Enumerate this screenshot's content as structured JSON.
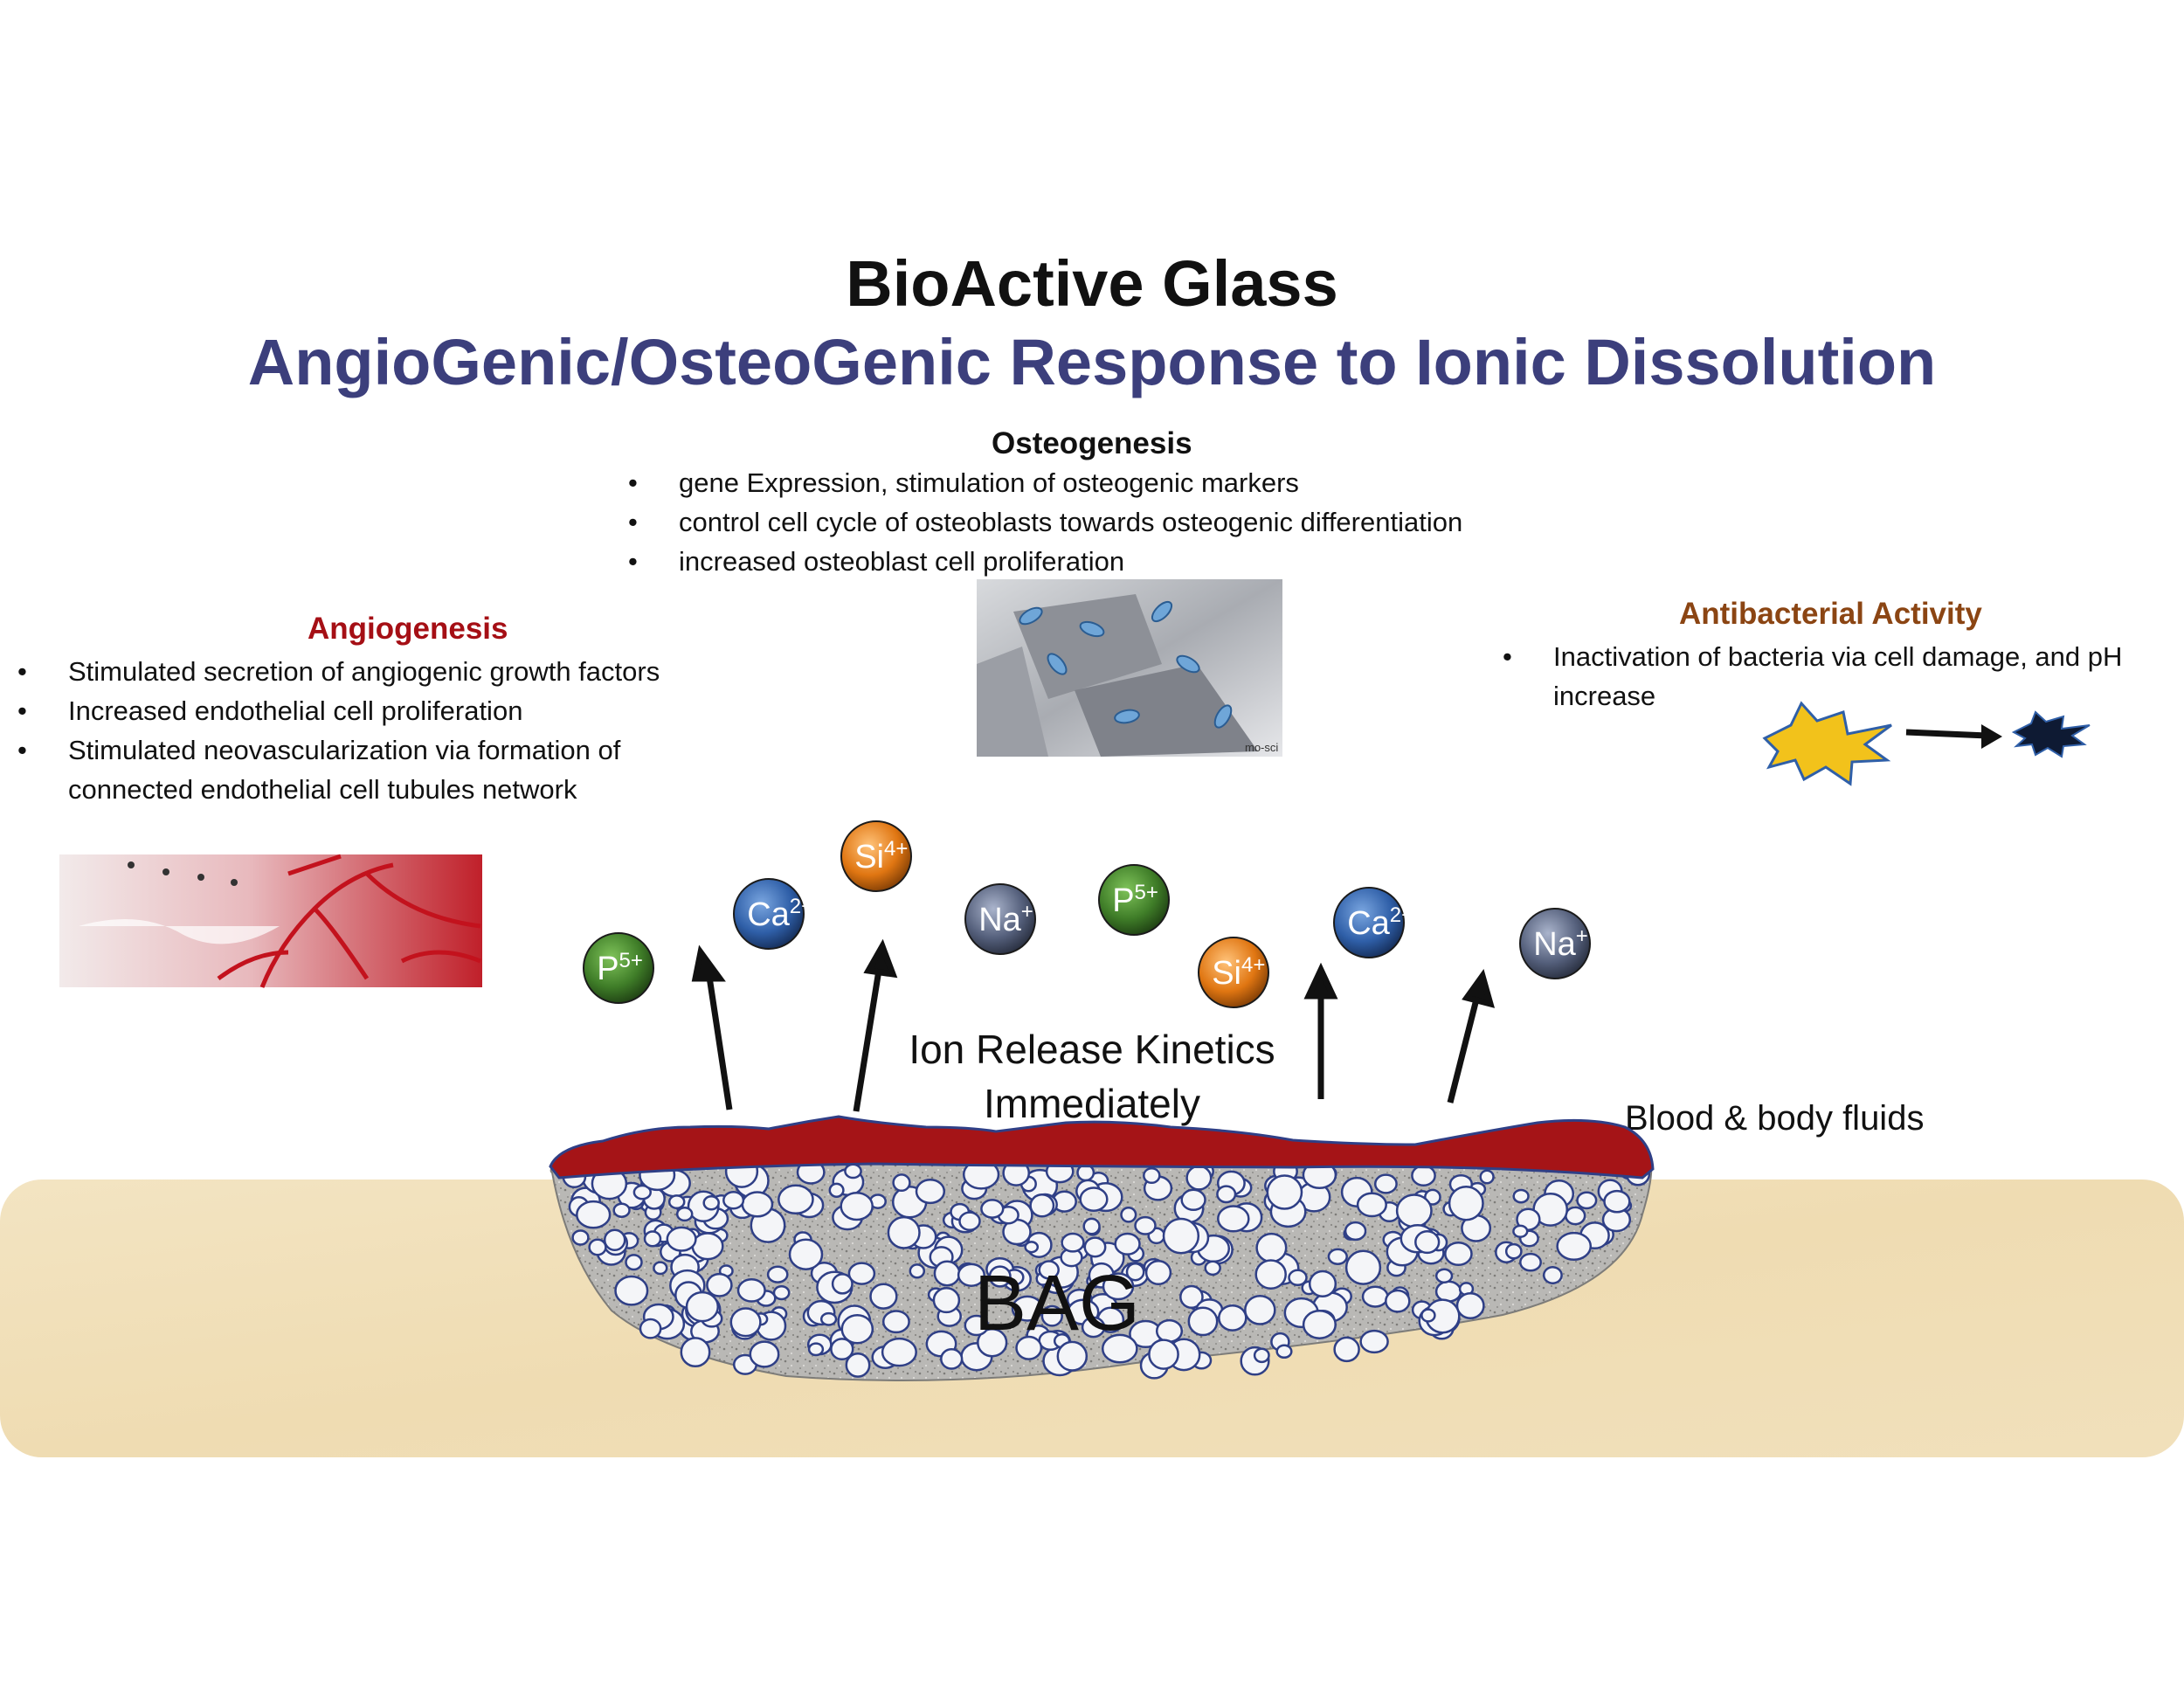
{
  "title": {
    "line1": "BioActive Glass",
    "line2": "AngioGenic/OsteoGenic Response to Ionic Dissolution"
  },
  "osteogenesis": {
    "heading": "Osteogenesis",
    "items": [
      "gene Expression, stimulation of osteogenic markers",
      "control cell cycle of osteoblasts towards osteogenic differentiation",
      "increased osteoblast cell proliferation"
    ],
    "image_caption": "mo-sci"
  },
  "angiogenesis": {
    "heading": "Angiogenesis",
    "items": [
      "Stimulated secretion of angiogenic growth factors",
      "Increased endothelial cell proliferation",
      "Stimulated neovascularization via formation of connected endothelial cell tubules network"
    ]
  },
  "antibacterial": {
    "heading": "Antibacterial Activity",
    "items": [
      "Inactivation of bacteria via cell damage, and pH increase"
    ]
  },
  "ions": [
    {
      "base": "P",
      "charge": "5+",
      "color": "green"
    },
    {
      "base": "Ca",
      "charge": "2+",
      "color": "blue"
    },
    {
      "base": "Si",
      "charge": "4+",
      "color": "orange"
    },
    {
      "base": "Na",
      "charge": "+",
      "color": "slate"
    },
    {
      "base": "P",
      "charge": "5+",
      "color": "green"
    },
    {
      "base": "Si",
      "charge": "4+",
      "color": "orange"
    },
    {
      "base": "Ca",
      "charge": "2+",
      "color": "blue"
    },
    {
      "base": "Na",
      "charge": "+",
      "color": "slate"
    }
  ],
  "labels": {
    "ion_release_line1": "Ion Release Kinetics",
    "ion_release_line2": "Immediately",
    "blood": "Blood & body fluids",
    "bag": "BAG"
  },
  "colors": {
    "title_accent": "#3c3f7c",
    "angiogenesis": "#a50f15",
    "antibacterial": "#8b4513",
    "blood_layer": "#a51417",
    "bone": "#f3e2bd",
    "bead_outline": "#2f3f86"
  }
}
